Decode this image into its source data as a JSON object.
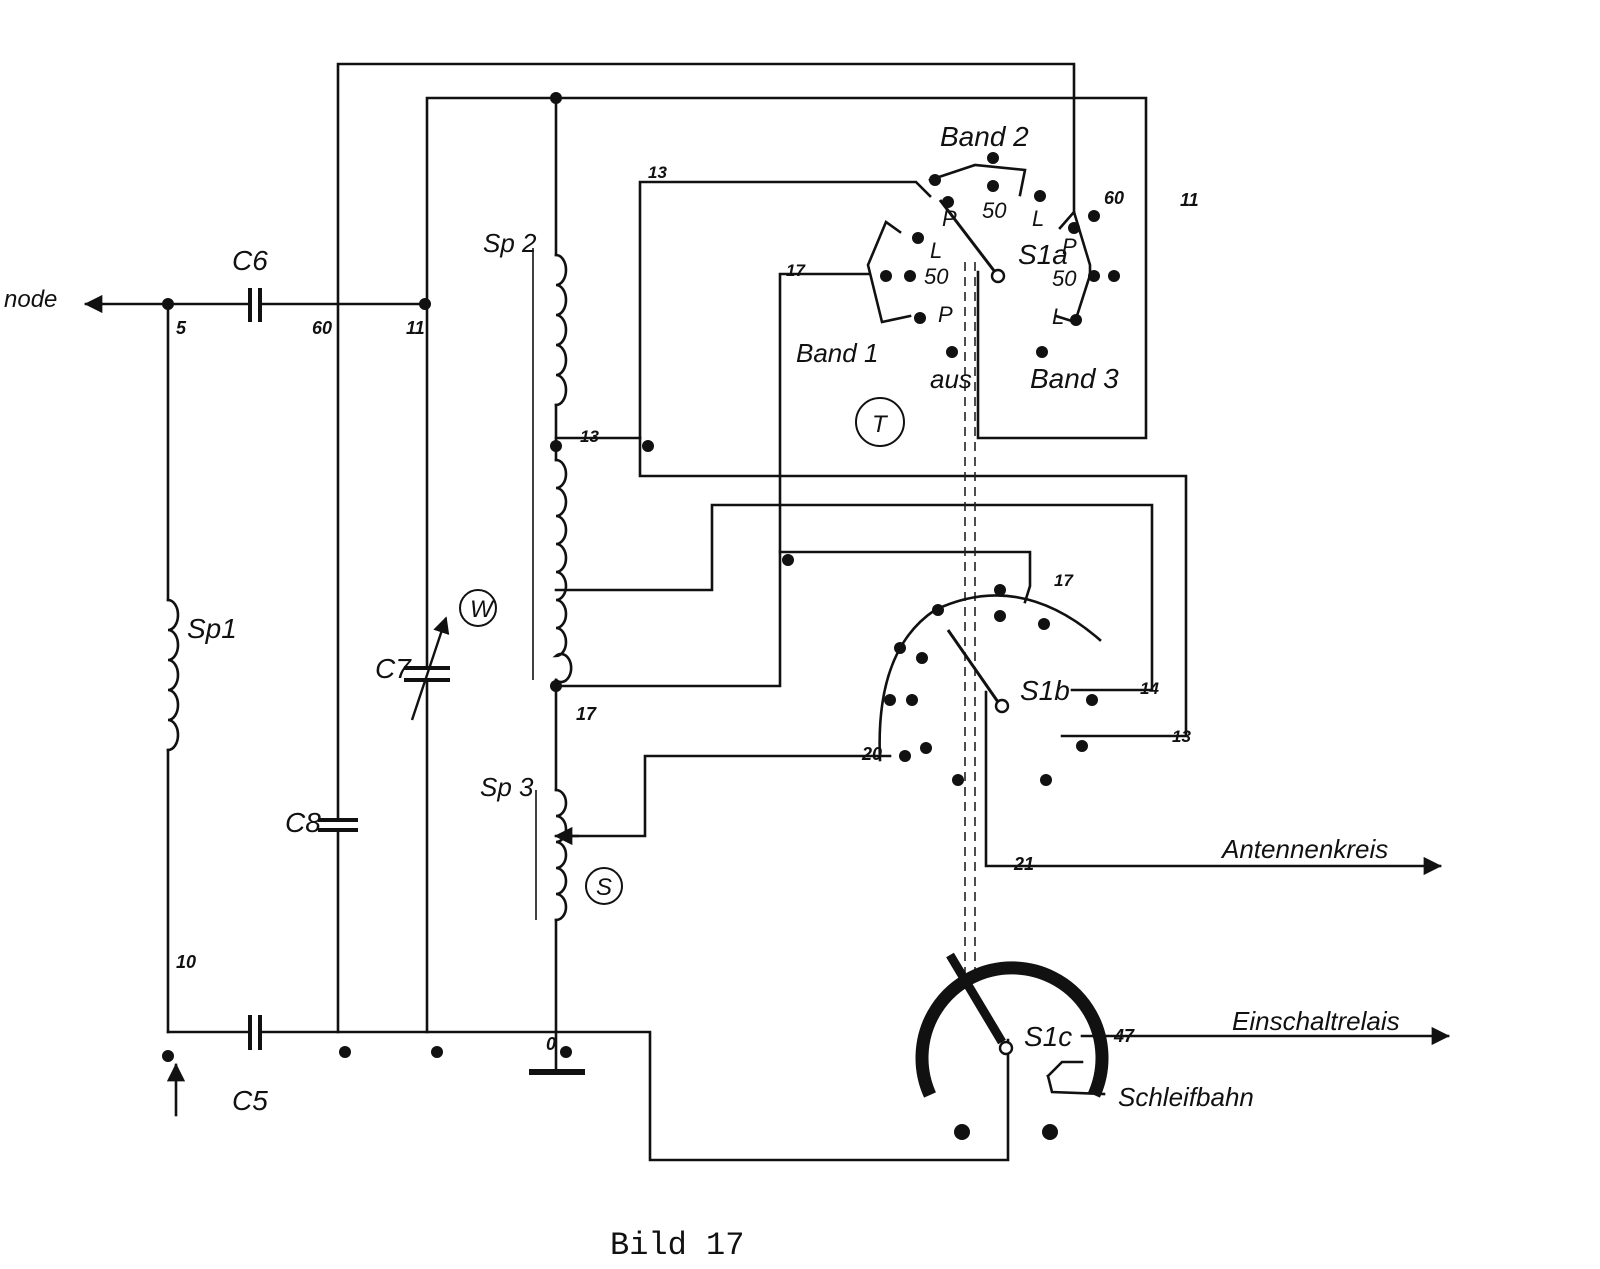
{
  "caption": "Bild 17",
  "components": {
    "sp1": "Sp1",
    "sp2": "Sp 2",
    "sp3": "Sp 3",
    "c5": "C5",
    "c6": "C6",
    "c7": "C7",
    "c8": "C8",
    "w": "W",
    "s": "S",
    "t": "T"
  },
  "switches": {
    "s1a": "S1a",
    "s1b": "S1b",
    "s1c": "S1c"
  },
  "bands": {
    "band1": "Band 1",
    "band2": "Band 2",
    "band3": "Band 3",
    "aus": "aus"
  },
  "contacts": {
    "p": "P",
    "l": "L",
    "fifty": "50"
  },
  "nets": {
    "n5": "5",
    "n10": "10",
    "n60": "60",
    "n11": "11",
    "n13": "13",
    "n17": "17",
    "n0": "0",
    "n14": "14",
    "n20": "20",
    "n21": "21",
    "n47": "47"
  },
  "io": {
    "left_output": "node",
    "antenna": "Antennenkreis",
    "relay": "Einschaltrelais",
    "track": "Schleifbahn"
  }
}
